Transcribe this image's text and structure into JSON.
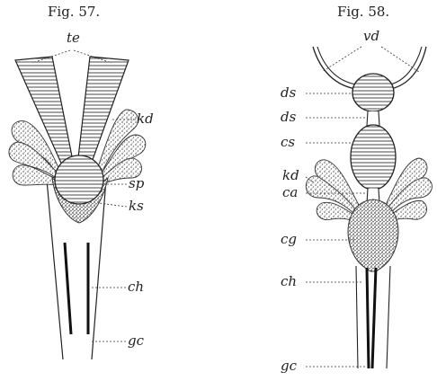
{
  "fig57": {
    "title": "Fig. 57.",
    "labels": {
      "te": "te",
      "kd": "kd",
      "sp": "sp",
      "ks": "ks",
      "ch": "ch",
      "gc": "gc"
    }
  },
  "fig58": {
    "title": "Fig. 58.",
    "labels": {
      "vd": "vd",
      "ds1": "ds",
      "ds2": "ds",
      "cs": "cs",
      "kd": "kd",
      "ca": "ca",
      "cg": "cg",
      "ch": "ch",
      "gc": "gc"
    }
  }
}
